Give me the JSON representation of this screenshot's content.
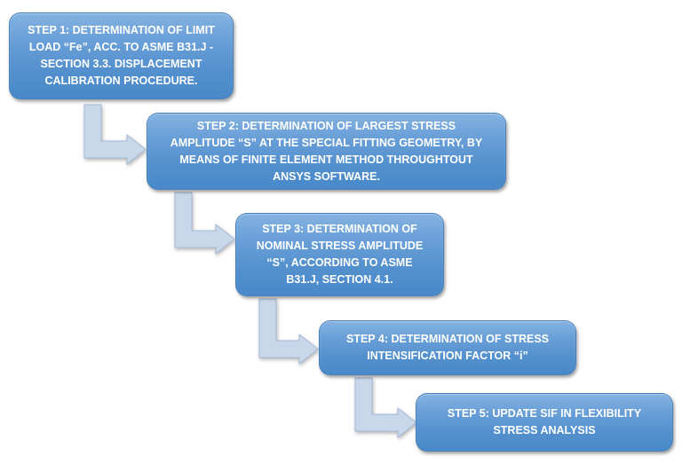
{
  "diagram": {
    "type": "flowchart",
    "layout": "staircase-top-left-to-bottom-right",
    "steps": [
      {
        "id": 1,
        "label": "STEP 1: DETERMINATION OF LIMIT\nLOAD “Fe”, ACC. TO ASME B31.J -\nSECTION 3.3. DISPLACEMENT\nCALIBRATION PROCEDURE."
      },
      {
        "id": 2,
        "label": "STEP 2: DETERMINATION OF LARGEST STRESS\nAMPLITUDE “S” AT THE SPECIAL FITTING GEOMETRY, BY\nMEANS OF FINITE ELEMENT METHOD THROUGHTOUT\nANSYS SOFTWARE."
      },
      {
        "id": 3,
        "label": "STEP 3: DETERMINATION OF\nNOMINAL STRESS AMPLITUDE\n“S”, ACCORDING TO ASME\nB31.J, SECTION 4.1."
      },
      {
        "id": 4,
        "label": "STEP 4: DETERMINATION OF STRESS\nINTENSIFICATION FACTOR “i”"
      },
      {
        "id": 5,
        "label": "STEP 5: UPDATE SIF IN FLEXIBILITY\nSTRESS ANALYSIS"
      }
    ],
    "connectors": [
      {
        "from": 1,
        "to": 2,
        "shape": "elbow-down-right-arrow"
      },
      {
        "from": 2,
        "to": 3,
        "shape": "elbow-down-right-arrow"
      },
      {
        "from": 3,
        "to": 4,
        "shape": "elbow-down-right-arrow"
      },
      {
        "from": 4,
        "to": 5,
        "shape": "elbow-down-right-arrow"
      }
    ],
    "colors": {
      "background": "#ffffff",
      "box_fill_top": "#84b3e1",
      "box_fill_bottom": "#4989c9",
      "box_text": "#ffffff",
      "arrow_fill": "#c9d7eb",
      "arrow_stroke": "#a3b9d6"
    }
  }
}
